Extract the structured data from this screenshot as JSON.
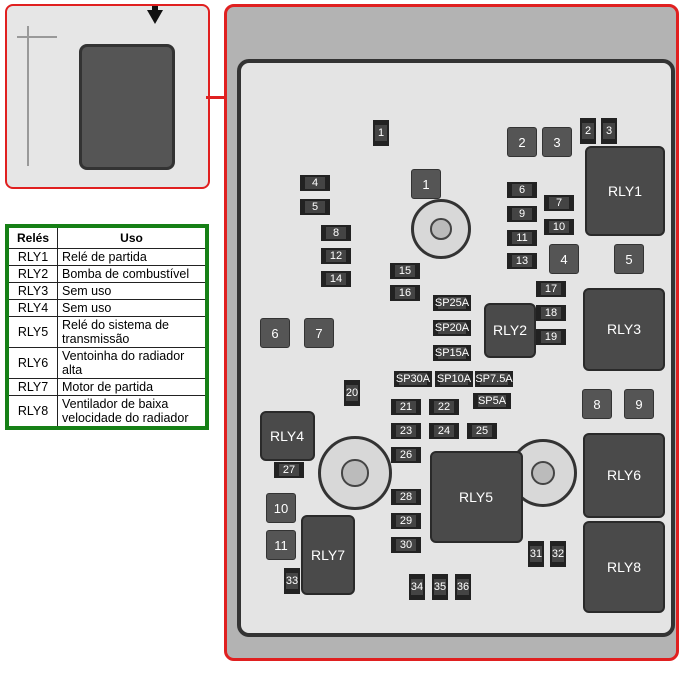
{
  "table": {
    "headers": [
      "Relés",
      "Uso"
    ],
    "rows": [
      {
        "id": "RLY1",
        "use": "Relé de partida"
      },
      {
        "id": "RLY2",
        "use": "Bomba de combustível"
      },
      {
        "id": "RLY3",
        "use": "Sem uso"
      },
      {
        "id": "RLY4",
        "use": "Sem uso"
      },
      {
        "id": "RLY5",
        "use": "Relé do sistema de transmissão"
      },
      {
        "id": "RLY6",
        "use": "Ventoinha do radiador alta"
      },
      {
        "id": "RLY7",
        "use": "Motor de partida"
      },
      {
        "id": "RLY8",
        "use": "Ventilador de baixa velocidade do radiador"
      }
    ]
  },
  "fuses": [
    "1",
    "2",
    "3",
    "4",
    "5",
    "6",
    "7",
    "8",
    "9",
    "10",
    "11",
    "12",
    "13",
    "14",
    "15",
    "16",
    "17",
    "18",
    "19",
    "20",
    "21",
    "22",
    "23",
    "24",
    "25",
    "26",
    "27",
    "28",
    "29",
    "30",
    "31",
    "32",
    "33",
    "34",
    "35",
    "36",
    "SP25A",
    "SP20A",
    "SP15A",
    "SP30A",
    "SP10A",
    "SP7.5A",
    "SP5A"
  ],
  "blocks": [
    "2",
    "3",
    "1",
    "4",
    "5",
    "6",
    "7",
    "8",
    "9",
    "10",
    "11"
  ],
  "relays": [
    "RLY1",
    "RLY2",
    "RLY3",
    "RLY4",
    "RLY5",
    "RLY6",
    "RLY7",
    "RLY8"
  ]
}
